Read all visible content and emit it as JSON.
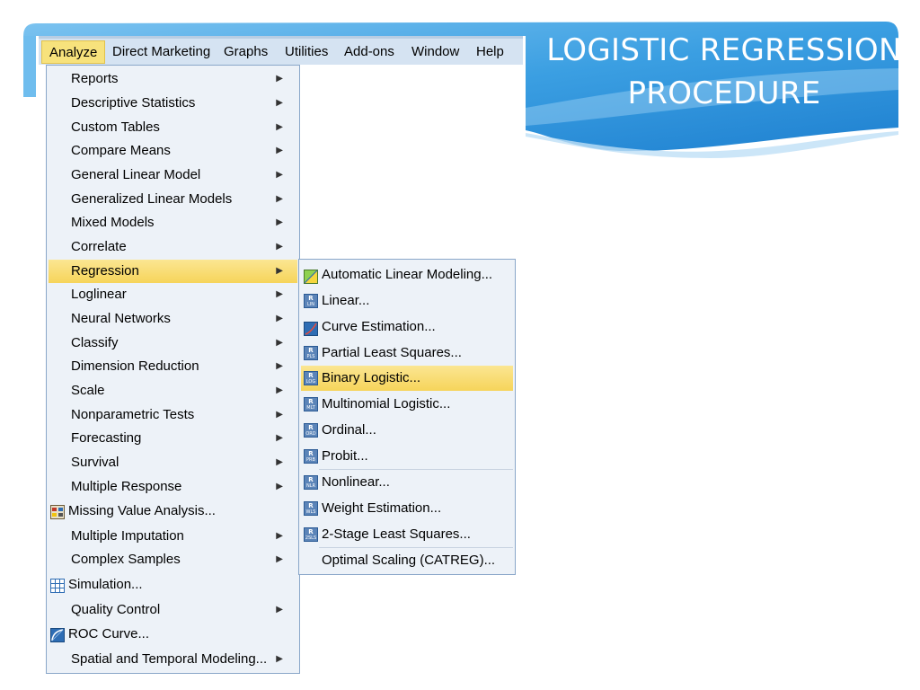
{
  "slide": {
    "title_line1": "LOGISTIC REGRESSION",
    "title_line2": "PROCEDURE"
  },
  "menubar": {
    "items": [
      "Analyze",
      "Direct Marketing",
      "Graphs",
      "Utilities",
      "Add-ons",
      "Window",
      "Help"
    ]
  },
  "analyze_menu": {
    "items": [
      {
        "label": "Reports"
      },
      {
        "label": "Descriptive Statistics"
      },
      {
        "label": "Custom Tables"
      },
      {
        "label": "Compare Means"
      },
      {
        "label": "General Linear Model"
      },
      {
        "label": "Generalized Linear Models"
      },
      {
        "label": "Mixed Models"
      },
      {
        "label": "Correlate"
      },
      {
        "label": "Regression"
      },
      {
        "label": "Loglinear"
      },
      {
        "label": "Neural Networks"
      },
      {
        "label": "Classify"
      },
      {
        "label": "Dimension Reduction"
      },
      {
        "label": "Scale"
      },
      {
        "label": "Nonparametric Tests"
      },
      {
        "label": "Forecasting"
      },
      {
        "label": "Survival"
      },
      {
        "label": "Multiple Response"
      },
      {
        "label": "Missing Value Analysis..."
      },
      {
        "label": "Multiple Imputation"
      },
      {
        "label": "Complex Samples"
      },
      {
        "label": "Simulation..."
      },
      {
        "label": "Quality Control"
      },
      {
        "label": "ROC Curve..."
      },
      {
        "label": "Spatial and Temporal Modeling..."
      }
    ]
  },
  "regression_menu": {
    "items": [
      {
        "label": "Automatic Linear Modeling..."
      },
      {
        "label": "Linear...",
        "badge": "LIN"
      },
      {
        "label": "Curve Estimation..."
      },
      {
        "label": "Partial Least Squares...",
        "badge": "PLS"
      },
      {
        "label": "Binary Logistic...",
        "badge": "LOG"
      },
      {
        "label": "Multinomial Logistic...",
        "badge": "MLT"
      },
      {
        "label": "Ordinal...",
        "badge": "ORD"
      },
      {
        "label": "Probit...",
        "badge": "PRB"
      },
      {
        "label": "Nonlinear...",
        "badge": "NLR"
      },
      {
        "label": "Weight Estimation...",
        "badge": "WLS"
      },
      {
        "label": "2-Stage Least Squares...",
        "badge": "2SLS"
      },
      {
        "label": "Optimal Scaling (CATREG)..."
      }
    ]
  },
  "colors": {
    "highlight": "#f6d45a",
    "menu_bg": "#edf2f8",
    "menubar_bg": "#d5e3f2",
    "title_swoosh": "#3a9ee0"
  }
}
